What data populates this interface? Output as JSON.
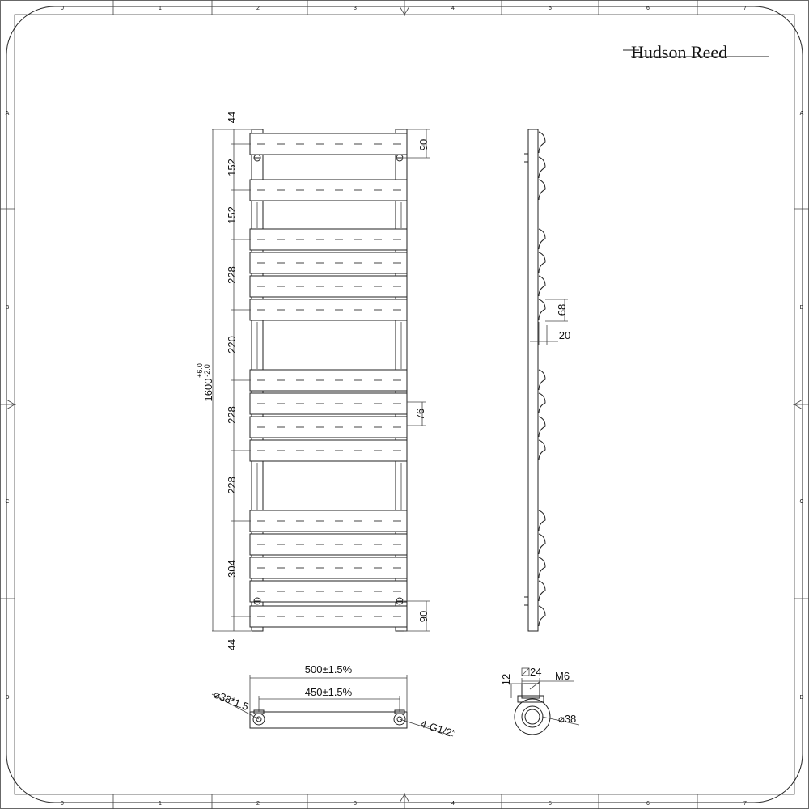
{
  "brand": {
    "name": "Hudson Reed"
  },
  "frame": {
    "columns": [
      "0",
      "1",
      "2",
      "3",
      "4",
      "5",
      "6",
      "7"
    ],
    "rows": [
      "A",
      "B",
      "C",
      "D"
    ]
  },
  "front_view": {
    "overall_height": "1600",
    "overall_tol_upper": "+6.0",
    "overall_tol_lower": "-2.0",
    "spacings": [
      "44",
      "152",
      "152",
      "228",
      "220",
      "228",
      "228",
      "304",
      "44"
    ],
    "right_dims": {
      "top_pipe": "90",
      "bar_height": "76",
      "bottom_pipe": "90"
    }
  },
  "side_view": {
    "depth_bar": "68",
    "offset": "20"
  },
  "bottom_view": {
    "overall_width": "500±1.5%",
    "centres": "450±1.5%",
    "tube": "⌀38*1.5",
    "connections": "4-G1/2\""
  },
  "detail_view": {
    "height": "12",
    "hex": "24",
    "thread": "M6",
    "diameter": "⌀38"
  }
}
